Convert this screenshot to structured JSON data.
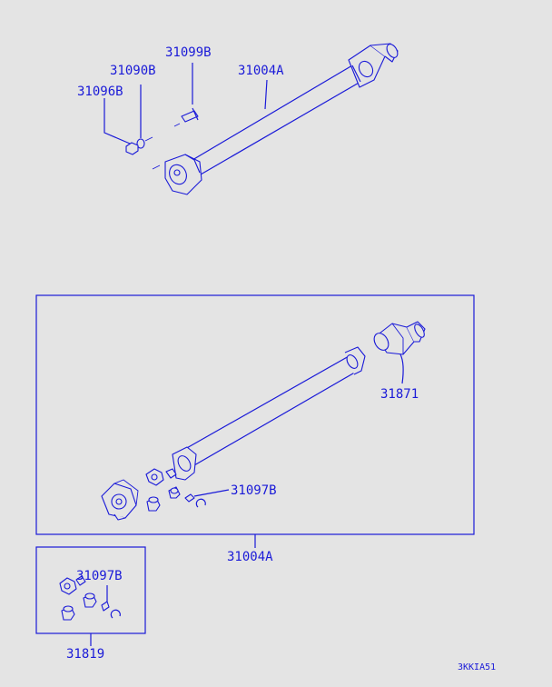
{
  "colors": {
    "background": "#e4e4e4",
    "line": "#1a1ad8"
  },
  "labels": {
    "top_bolt": "31099B",
    "top_washer": "31090B",
    "top_nut": "31096B",
    "top_shaft": "31004A",
    "yoke": "31871",
    "spider_kit": "31097B",
    "shaft_assembly": "31004A",
    "repair_kit_spider": "31097B",
    "repair_kit": "31819",
    "drawing_code": "3KKIA51"
  }
}
